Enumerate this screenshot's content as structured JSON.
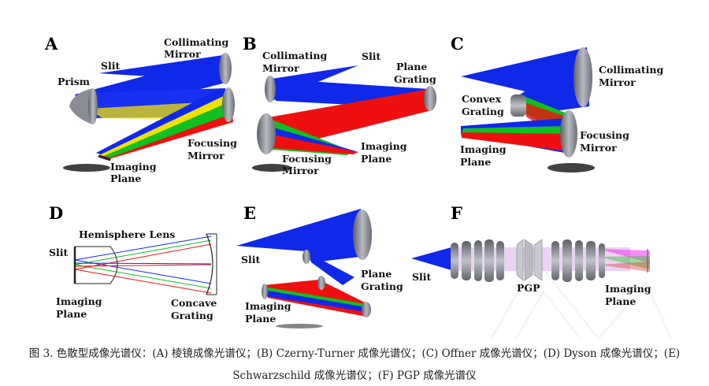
{
  "panels": [
    {
      "letter": "A",
      "labels": [
        "Collimating",
        "Mirror",
        "Slit",
        "Prism",
        "Focusing",
        "Mirror",
        "Imaging",
        "Plane"
      ]
    },
    {
      "letter": "B",
      "labels": [
        "Collimating",
        "Mirror",
        "Slit",
        "Plane",
        "Grating",
        "Imaging",
        "Plane",
        "Focusing",
        "Mirror"
      ]
    },
    {
      "letter": "C",
      "labels": [
        "Collimating",
        "Mirror",
        "Convex",
        "Grating",
        "Focusing",
        "Mirror",
        "Imaging",
        "Plane"
      ]
    },
    {
      "letter": "D",
      "labels": [
        "Hemisphere Lens",
        "Slit",
        "Imaging",
        "Plane",
        "Concave",
        "Grating"
      ]
    },
    {
      "letter": "E",
      "labels": [
        "Slit",
        "Plane",
        "Grating",
        "Imaging",
        "Plane"
      ]
    },
    {
      "letter": "F",
      "labels": [
        "Slit",
        "PGP",
        "Imaging",
        "Plane"
      ]
    }
  ],
  "caption": {
    "line1": "图 3. 色散型成像光谱仪：(A) 棱镜成像光谱仪；(B) Czerny-Turner 成像光谱仪；(C) Offner 成像光谱仪；(D) Dyson 成像光谱仪；(E)",
    "line2": "Schwarzschild  成像光谱仪；(F) PGP 成像光谱仪"
  },
  "colors": {
    "beam_blue": "#1028e8",
    "beam_red": "#ee1010",
    "beam_green": "#10c020",
    "beam_yellow": "#f0e000",
    "optic_gray": "#8a8c94",
    "watermark": "#d6f0d6"
  },
  "icons": [
    "optical-layout-diagram"
  ]
}
